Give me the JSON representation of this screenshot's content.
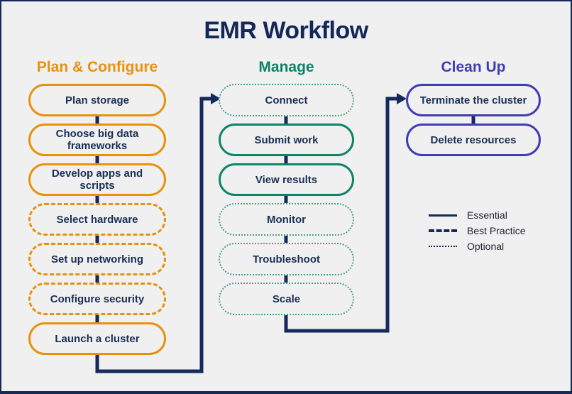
{
  "title": "EMR Workflow",
  "columns": [
    {
      "header": "Plan & Configure",
      "accent": "#E8910D",
      "items": [
        {
          "label": "Plan storage",
          "type": "essential"
        },
        {
          "label": "Choose big data frameworks",
          "type": "essential"
        },
        {
          "label": "Develop apps and scripts",
          "type": "essential"
        },
        {
          "label": "Select hardware",
          "type": "best-practice"
        },
        {
          "label": "Set up networking",
          "type": "best-practice"
        },
        {
          "label": "Configure security",
          "type": "best-practice"
        },
        {
          "label": "Launch a cluster",
          "type": "essential"
        }
      ]
    },
    {
      "header": "Manage",
      "accent": "#0E8266",
      "items": [
        {
          "label": "Connect",
          "type": "optional"
        },
        {
          "label": "Submit work",
          "type": "essential"
        },
        {
          "label": "View results",
          "type": "essential"
        },
        {
          "label": "Monitor",
          "type": "optional"
        },
        {
          "label": "Troubleshoot",
          "type": "optional"
        },
        {
          "label": "Scale",
          "type": "optional"
        }
      ]
    },
    {
      "header": "Clean Up",
      "accent": "#423CB3",
      "items": [
        {
          "label": "Terminate the cluster",
          "type": "essential"
        },
        {
          "label": "Delete resources",
          "type": "essential"
        }
      ]
    }
  ],
  "legend": {
    "items": [
      {
        "label": "Essential",
        "line": "solid"
      },
      {
        "label": "Best Practice",
        "line": "dashed"
      },
      {
        "label": "Optional",
        "line": "dotted"
      }
    ]
  },
  "colors": {
    "navy": "#15295B",
    "orange": "#E8910D",
    "teal": "#0E8468",
    "teal_light": "#4FA18C",
    "purple": "#423CB3",
    "background": "#F0F0F1"
  }
}
